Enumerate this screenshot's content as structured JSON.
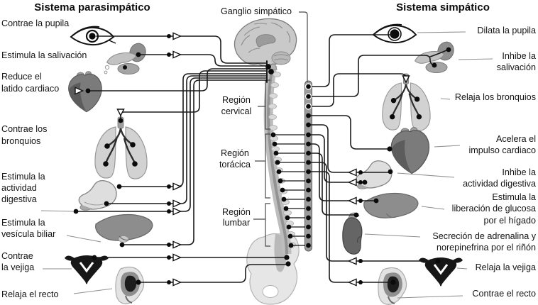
{
  "titles": {
    "parasympathetic": "Sistema parasimpático",
    "ganglion": "Ganglio simpático",
    "sympathetic": "Sistema simpático"
  },
  "spine_regions": [
    {
      "lines": [
        "Región",
        "cervical"
      ]
    },
    {
      "lines": [
        "Región",
        "torácica"
      ]
    },
    {
      "lines": [
        "Región",
        "lumbar"
      ]
    }
  ],
  "parasympathetic_labels": [
    {
      "lines": [
        "Contrae la pupila"
      ]
    },
    {
      "lines": [
        "Estimula la salivación"
      ]
    },
    {
      "lines": [
        "Reduce el",
        "latido cardiaco"
      ]
    },
    {
      "lines": [
        "Contrae los",
        "bronquios"
      ]
    },
    {
      "lines": [
        "Estimula la",
        "actividad",
        "digestiva"
      ]
    },
    {
      "lines": [
        "Estimula la",
        "vesícula biliar"
      ]
    },
    {
      "lines": [
        "Contrae",
        "la vejiga"
      ]
    },
    {
      "lines": [
        "Relaja el recto"
      ]
    }
  ],
  "sympathetic_labels": [
    {
      "lines": [
        "Dilata la pupila"
      ]
    },
    {
      "lines": [
        "Inhibe la",
        "salivación"
      ]
    },
    {
      "lines": [
        "Relaja los bronquios"
      ]
    },
    {
      "lines": [
        "Acelera el",
        "impulso cardiaco"
      ]
    },
    {
      "lines": [
        "Inhibe la",
        "actividad digestiva"
      ]
    },
    {
      "lines": [
        "Estimula la",
        "liberación de glucosa",
        "por el hígado"
      ]
    },
    {
      "lines": [
        "Secreción de adrenalina y",
        "norepinefrina por el riñón"
      ]
    },
    {
      "lines": [
        "Relaja la vejiga"
      ]
    },
    {
      "lines": [
        "Contrae el recto"
      ]
    }
  ],
  "colors": {
    "background": "#ffffff",
    "text": "#141414",
    "nerve_line": "#1a1a1a",
    "organ_light": "#d2d2d2",
    "organ_dark": "#7b7b7b",
    "chain": "#9c9c9c",
    "spine": "#bdbdbd"
  }
}
